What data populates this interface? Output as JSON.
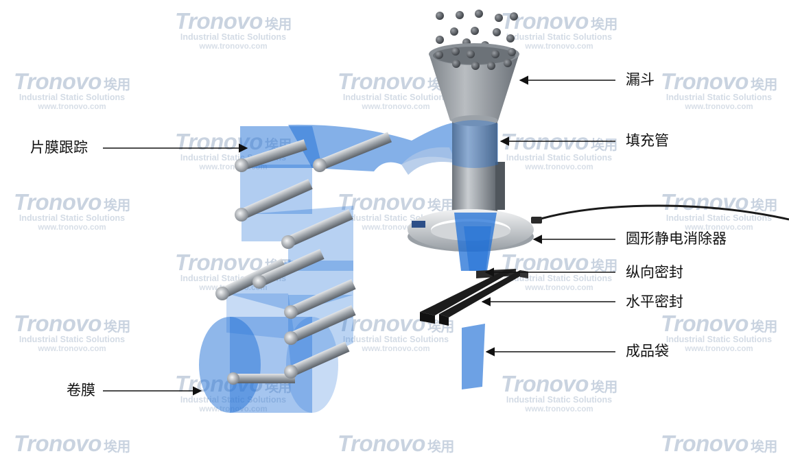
{
  "watermark": {
    "brand": "Tronovo",
    "brand_cn": "埃用",
    "tagline": "Industrial Static Solutions",
    "url": "www.tronovo.com"
  },
  "labels": {
    "hopper": "漏斗",
    "fill_tube": "填充管",
    "film_tracking": "片膜跟踪",
    "ring_eliminator": "圆形静电消除器",
    "vertical_seal": "纵向密封",
    "horizontal_seal": "水平密封",
    "finished_bag": "成品袋",
    "film_roll": "卷膜"
  },
  "colors": {
    "film_blue": "#1f6fd6",
    "steel": "#8f959c",
    "seal_bar": "#1c1c1c",
    "watermark": "#c9d3e0"
  }
}
